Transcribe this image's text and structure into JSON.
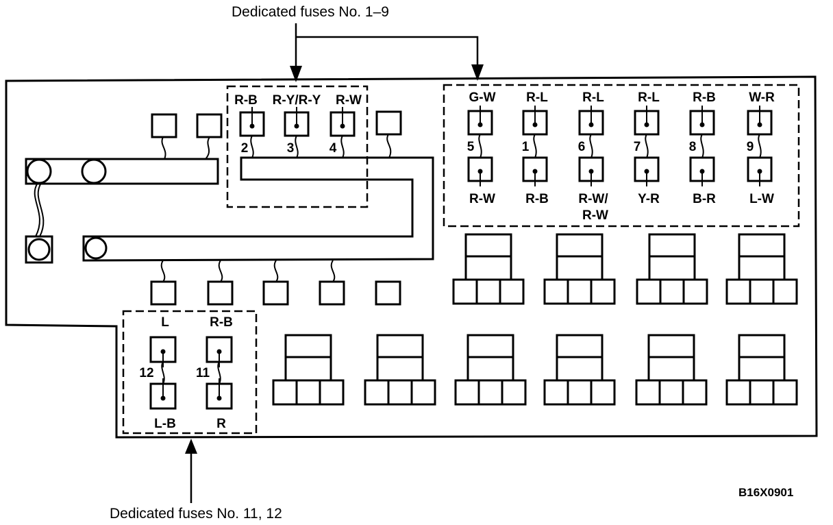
{
  "callouts": {
    "top": "Dedicated fuses No. 1–9",
    "bottom": "Dedicated fuses No. 11, 12"
  },
  "code": "B16X0901",
  "group_left_top": {
    "wires": [
      "R-B",
      "R-Y/R-Y",
      "R-W"
    ],
    "numbers": [
      "2",
      "3",
      "4"
    ]
  },
  "group_right": {
    "top_wires": [
      "G-W",
      "R-L",
      "R-L",
      "R-L",
      "R-B",
      "W-R"
    ],
    "numbers": [
      "5",
      "1",
      "6",
      "7",
      "8",
      "9"
    ],
    "bottom_wires": [
      "R-W",
      "R-B",
      "R-W/",
      "Y-R",
      "B-R",
      "L-W"
    ],
    "bottom_wires_line2": [
      "",
      "",
      "R-W",
      "",
      "",
      ""
    ]
  },
  "group_bottom_left": {
    "top_wires": [
      "L",
      "R-B"
    ],
    "numbers": [
      "12",
      "11"
    ],
    "bottom_wires": [
      "L-B",
      "R"
    ]
  }
}
